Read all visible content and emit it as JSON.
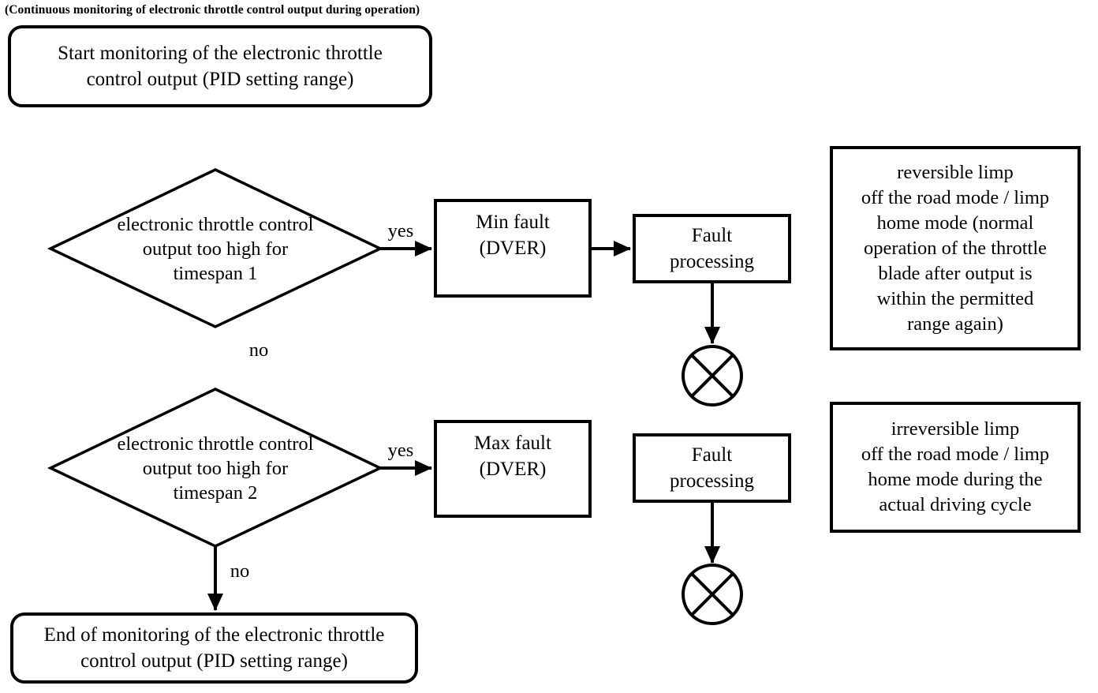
{
  "caption": "(Continuous monitoring of electronic throttle control output during operation)",
  "colors": {
    "ink": "#000000",
    "background": "#ffffff"
  },
  "nodes": {
    "start": {
      "shape": "rounded-rectangle",
      "lines": [
        "Start monitoring of the electronic throttle",
        "control output (PID setting range)"
      ]
    },
    "decision1": {
      "shape": "diamond",
      "lines": [
        "electronic throttle control",
        "output too high for",
        "timespan 1"
      ]
    },
    "min_fault": {
      "shape": "rectangle",
      "lines": [
        "Min fault",
        "(DVER)"
      ]
    },
    "fault_processing_1": {
      "shape": "rectangle",
      "lines": [
        "Fault",
        "processing"
      ]
    },
    "lamp1": {
      "shape": "crossed-circle"
    },
    "note_reversible": {
      "shape": "rectangle",
      "lines": [
        "reversible limp",
        "off the road mode / limp",
        "home mode (normal",
        "operation of the throttle",
        "blade after output is",
        "within the permitted",
        "range again)"
      ]
    },
    "decision2": {
      "shape": "diamond",
      "lines": [
        "electronic throttle control",
        "output too high for",
        "timespan 2"
      ]
    },
    "max_fault": {
      "shape": "rectangle",
      "lines": [
        "Max fault",
        "(DVER)"
      ]
    },
    "fault_processing_2": {
      "shape": "rectangle",
      "lines": [
        "Fault",
        "processing"
      ]
    },
    "lamp2": {
      "shape": "crossed-circle"
    },
    "note_irreversible": {
      "shape": "rectangle",
      "lines": [
        "irreversible limp",
        "off the road mode / limp",
        "home mode during the",
        "actual driving cycle"
      ]
    },
    "end": {
      "shape": "rounded-rectangle",
      "lines": [
        "End of monitoring of the electronic throttle",
        "control output (PID setting range)"
      ]
    }
  },
  "edge_labels": {
    "yes1": "yes",
    "no1": "no",
    "yes2": "yes",
    "no2": "no"
  }
}
